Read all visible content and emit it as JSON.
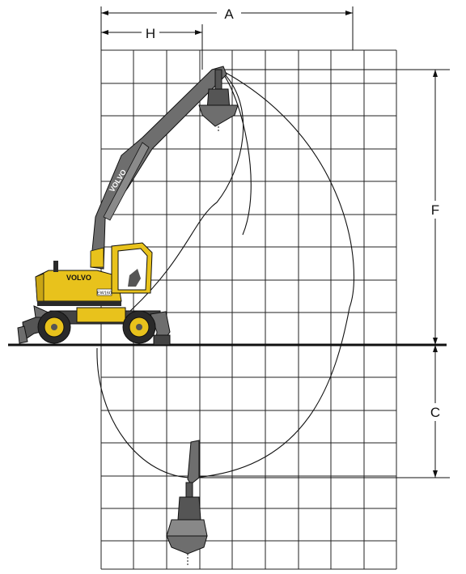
{
  "dimensions": {
    "A": "A",
    "H": "H",
    "F": "F",
    "C": "C"
  },
  "machine": {
    "brand_body": "VOLVO",
    "brand_boom": "VOLVO",
    "model_badge": "EW160"
  },
  "colors": {
    "body_yellow": "#e8c21c",
    "boom_gray": "#6e6e6e",
    "dark": "#2a2a2a",
    "grid": "#222222"
  }
}
